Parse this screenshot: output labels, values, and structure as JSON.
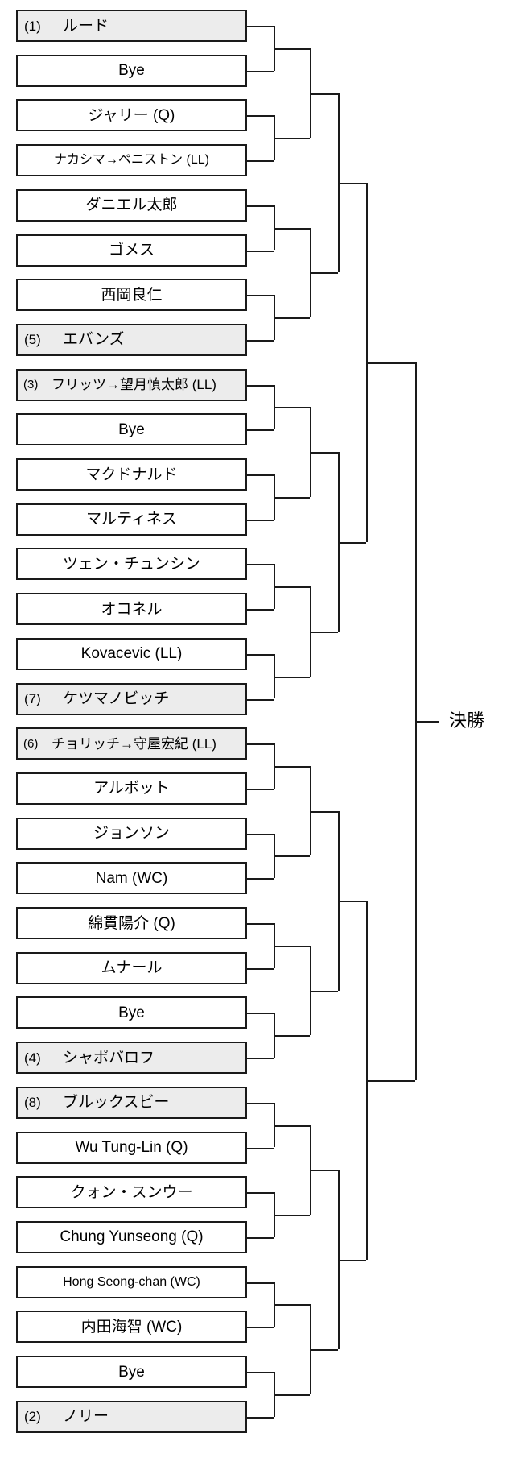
{
  "bracket": {
    "title_final": "決勝",
    "colors": {
      "line": "#1a1a1a",
      "seeded_background": "#ececec",
      "background": "#ffffff",
      "text": "#000000"
    },
    "rounds": 5,
    "slot_count": 32,
    "slots": [
      {
        "seed": "(1)",
        "name": "ルード",
        "seeded": true,
        "size": "normal"
      },
      {
        "seed": "",
        "name": "Bye",
        "seeded": false,
        "size": "normal"
      },
      {
        "seed": "",
        "name": "ジャリー (Q)",
        "seeded": false,
        "size": "normal"
      },
      {
        "seed": "",
        "name": "ナカシマ→ペニストン (LL)",
        "seeded": false,
        "size": "tiny"
      },
      {
        "seed": "",
        "name": "ダニエル太郎",
        "seeded": false,
        "size": "normal"
      },
      {
        "seed": "",
        "name": "ゴメス",
        "seeded": false,
        "size": "normal"
      },
      {
        "seed": "",
        "name": "西岡良仁",
        "seeded": false,
        "size": "normal"
      },
      {
        "seed": "(5)",
        "name": "エバンズ",
        "seeded": true,
        "size": "normal"
      },
      {
        "seed": "(3)",
        "name": "フリッツ→望月慎太郎 (LL)",
        "seeded": true,
        "size": "small"
      },
      {
        "seed": "",
        "name": "Bye",
        "seeded": false,
        "size": "normal"
      },
      {
        "seed": "",
        "name": "マクドナルド",
        "seeded": false,
        "size": "normal"
      },
      {
        "seed": "",
        "name": "マルティネス",
        "seeded": false,
        "size": "normal"
      },
      {
        "seed": "",
        "name": "ツェン・チュンシン",
        "seeded": false,
        "size": "normal"
      },
      {
        "seed": "",
        "name": "オコネル",
        "seeded": false,
        "size": "normal"
      },
      {
        "seed": "",
        "name": "Kovacevic (LL)",
        "seeded": false,
        "size": "normal"
      },
      {
        "seed": "(7)",
        "name": "ケツマノビッチ",
        "seeded": true,
        "size": "normal"
      },
      {
        "seed": "(6)",
        "name": "チョリッチ→守屋宏紀 (LL)",
        "seeded": true,
        "size": "small"
      },
      {
        "seed": "",
        "name": "アルボット",
        "seeded": false,
        "size": "normal"
      },
      {
        "seed": "",
        "name": "ジョンソン",
        "seeded": false,
        "size": "normal"
      },
      {
        "seed": "",
        "name": "Nam (WC)",
        "seeded": false,
        "size": "normal"
      },
      {
        "seed": "",
        "name": "綿貫陽介 (Q)",
        "seeded": false,
        "size": "normal"
      },
      {
        "seed": "",
        "name": "ムナール",
        "seeded": false,
        "size": "normal"
      },
      {
        "seed": "",
        "name": "Bye",
        "seeded": false,
        "size": "normal"
      },
      {
        "seed": "(4)",
        "name": "シャポバロフ",
        "seeded": true,
        "size": "normal"
      },
      {
        "seed": "(8)",
        "name": "ブルックスビー",
        "seeded": true,
        "size": "normal"
      },
      {
        "seed": "",
        "name": "Wu Tung-Lin (Q)",
        "seeded": false,
        "size": "normal"
      },
      {
        "seed": "",
        "name": "クォン・スンウー",
        "seeded": false,
        "size": "normal"
      },
      {
        "seed": "",
        "name": "Chung Yunseong (Q)",
        "seeded": false,
        "size": "normal"
      },
      {
        "seed": "",
        "name": "Hong Seong-chan (WC)",
        "seeded": false,
        "size": "tiny"
      },
      {
        "seed": "",
        "name": "内田海智 (WC)",
        "seeded": false,
        "size": "normal"
      },
      {
        "seed": "",
        "name": "Bye",
        "seeded": false,
        "size": "normal"
      },
      {
        "seed": "(2)",
        "name": "ノリー",
        "seeded": true,
        "size": "normal"
      }
    ]
  }
}
